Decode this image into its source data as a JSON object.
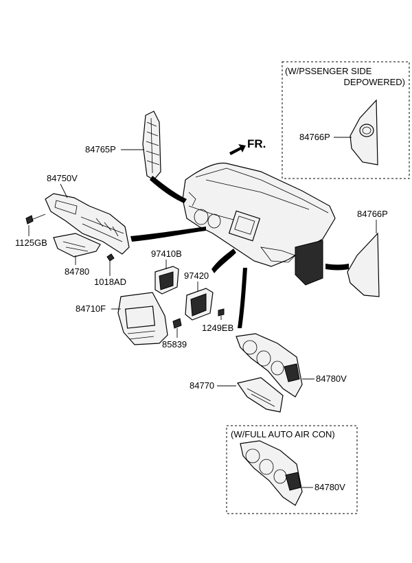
{
  "title": "",
  "direction_label": "FR.",
  "boxes": {
    "passenger_side": {
      "line1": "(W/PSSENGER SIDE",
      "line2": "DEPOWERED)"
    },
    "full_auto": {
      "line1": "(W/FULL AUTO AIR CON)"
    }
  },
  "parts": {
    "p84765P": "84765P",
    "p84750V": "84750V",
    "p1125GB": "1125GB",
    "p84780": "84780",
    "p1018AD": "1018AD",
    "p97410B": "97410B",
    "p97420": "97420",
    "p84710F": "84710F",
    "p85839": "85839",
    "p1249EB": "1249EB",
    "p84766P_box": "84766P",
    "p84766P_main": "84766P",
    "p84770": "84770",
    "p84780V_main": "84780V",
    "p84780V_box": "84780V"
  }
}
